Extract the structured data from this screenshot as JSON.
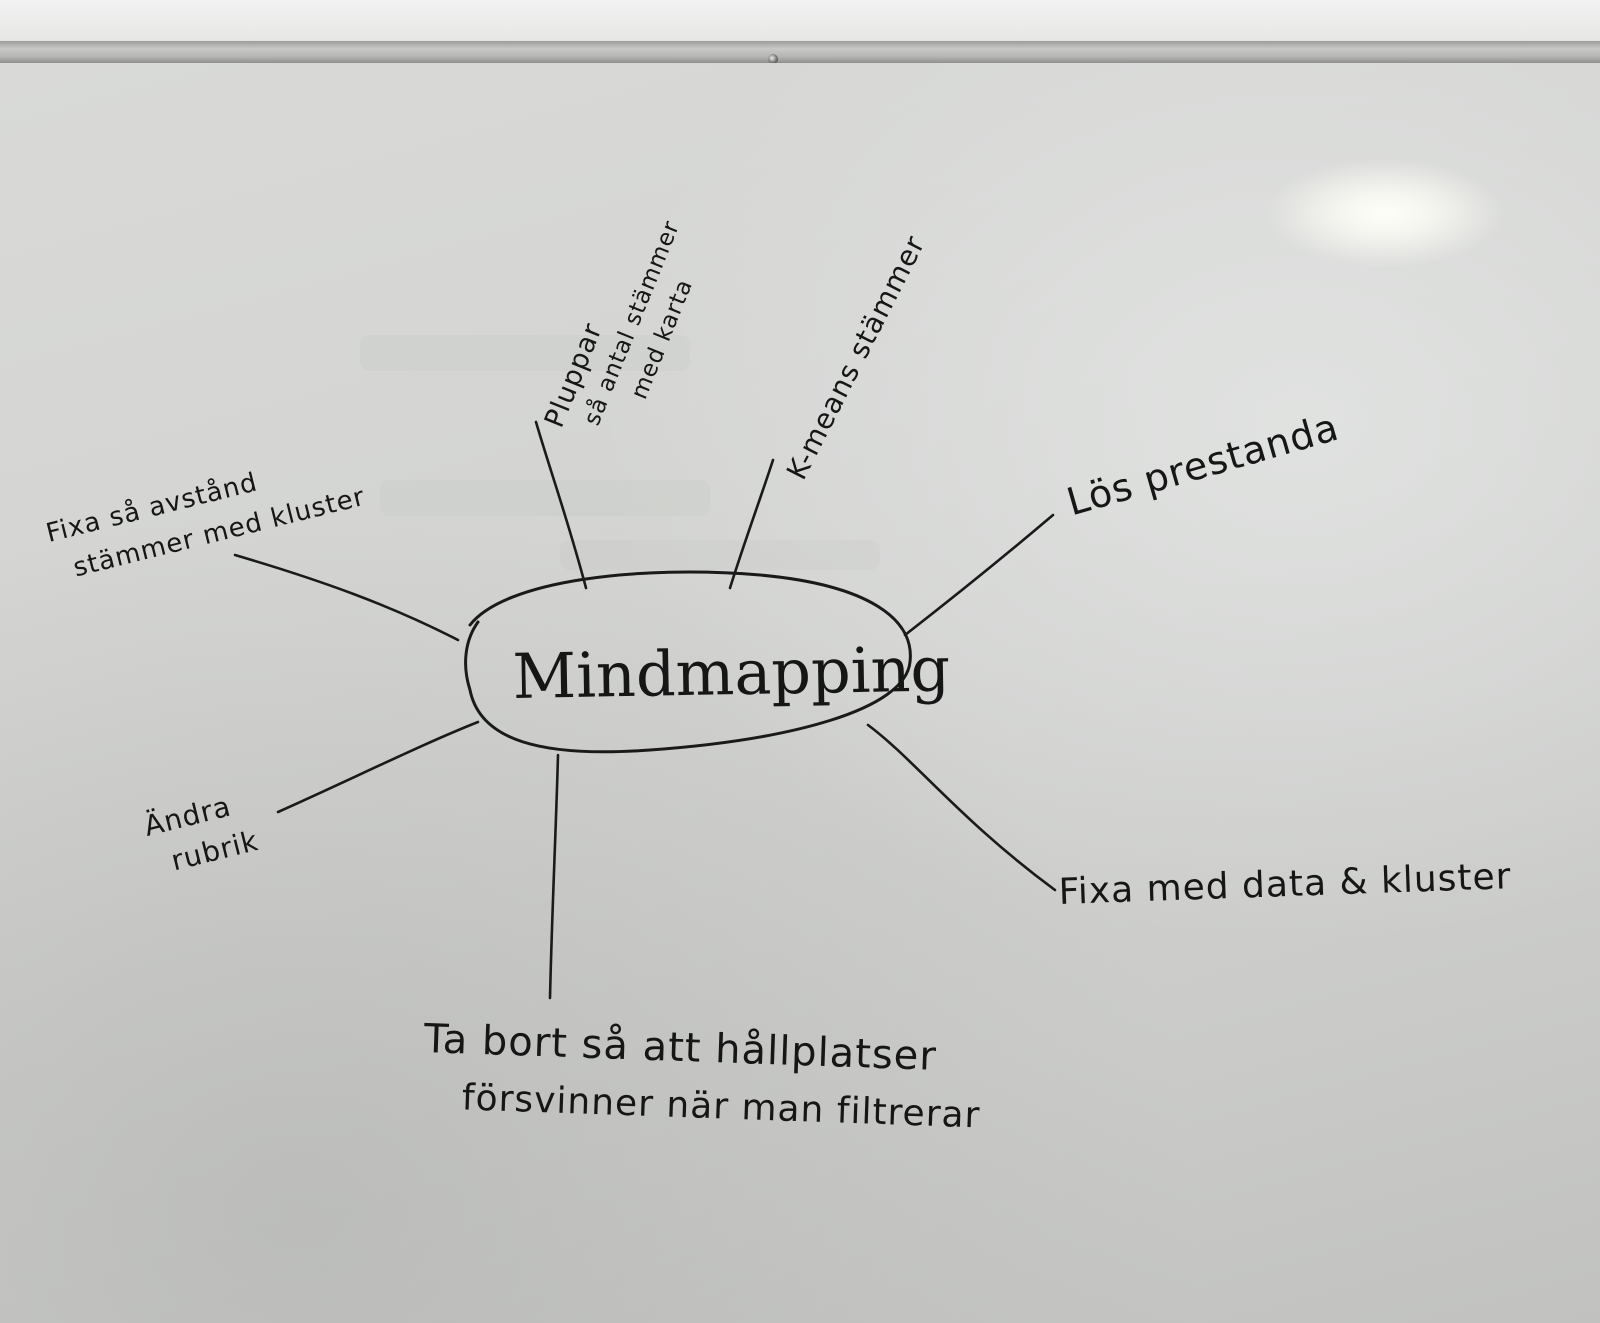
{
  "center": "Mindmapping",
  "branches": {
    "plupper": {
      "lines": [
        "Pluppar",
        "så antal stämmer",
        "med karta"
      ]
    },
    "kmeans": {
      "lines": [
        "K-means stämmer"
      ]
    },
    "prestanda": {
      "lines": [
        "Lös prestanda"
      ]
    },
    "data_kluster": {
      "lines": [
        "Fixa med data & kluster"
      ]
    },
    "ta_bort": {
      "lines": [
        "Ta bort så att hållplatser",
        "försvinner när man filtrerar"
      ]
    },
    "rubrik": {
      "lines": [
        "Ändra",
        "rubrik"
      ]
    },
    "avstand": {
      "lines": [
        "Fixa så avstånd",
        "stämmer med kluster"
      ]
    }
  },
  "colors": {
    "ink": "#161616",
    "board": "#d6d7d5",
    "frame": "#b2b3b0"
  }
}
